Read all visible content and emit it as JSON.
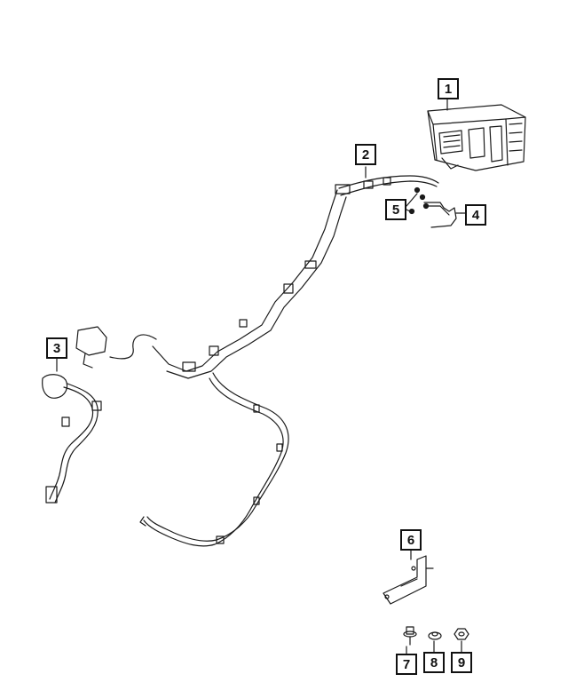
{
  "callouts": {
    "c1": "1",
    "c2": "2",
    "c3": "3",
    "c4": "4",
    "c5": "5",
    "c6": "6",
    "c7": "7",
    "c8": "8",
    "c9": "9"
  },
  "colors": {
    "line": "#1a1a1a",
    "background": "#ffffff"
  }
}
